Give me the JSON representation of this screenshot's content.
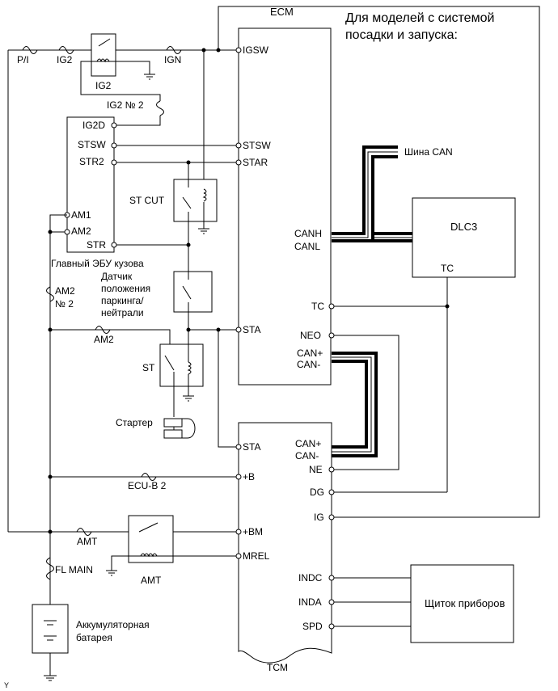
{
  "title": {
    "line1": "Для моделей с системой",
    "line2": "посадки и запуска:"
  },
  "blocks": {
    "ecm": "ECM",
    "tcm": "TCM",
    "main_body_ecu": "Главный ЭБУ кузова",
    "dlc3": "DLC3",
    "dlc3_tc": "TC",
    "instrument_panel": "Щиток приборов",
    "can_bus": "Шина CAN",
    "starter": "Стартер",
    "battery_line1": "Аккумуляторная",
    "battery_line2": "батарея",
    "park_neutral_line1": "Датчик",
    "park_neutral_line2": "положения",
    "park_neutral_line3": "паркинга/",
    "park_neutral_line4": "нейтрали"
  },
  "relays": {
    "ig2": "IG2",
    "st_cut": "ST CUT",
    "st": "ST",
    "amt": "AMT"
  },
  "fuses": {
    "pi": "P/I",
    "ig2": "IG2",
    "ign": "IGN",
    "ig2_no2": "IG2 № 2",
    "am2_no2_line1": "AM2",
    "am2_no2_line2": "№ 2",
    "am2": "AM2",
    "ecu_b2": "ECU-B 2",
    "amt": "AMT",
    "fl_main": "FL MAIN"
  },
  "ecm_pins": {
    "igsw": "IGSW",
    "stsw": "STSW",
    "star": "STAR",
    "sta": "STA",
    "canh": "CANH",
    "canl": "CANL",
    "tc": "TC",
    "neo": "NEO",
    "can_plus": "CAN+",
    "can_minus": "CAN-"
  },
  "body_ecu_pins": {
    "ig2d": "IG2D",
    "stsw": "STSW",
    "str2": "STR2",
    "am1": "AM1",
    "am2": "AM2",
    "str": "STR"
  },
  "tcm_pins": {
    "sta": "STA",
    "can_plus": "CAN+",
    "can_minus": "CAN-",
    "ne": "NE",
    "b": "+B",
    "dg": "DG",
    "ig": "IG",
    "bm": "+BM",
    "mrel": "MREL",
    "indc": "INDC",
    "inda": "INDA",
    "spd": "SPD"
  },
  "footer_mark": "Y"
}
